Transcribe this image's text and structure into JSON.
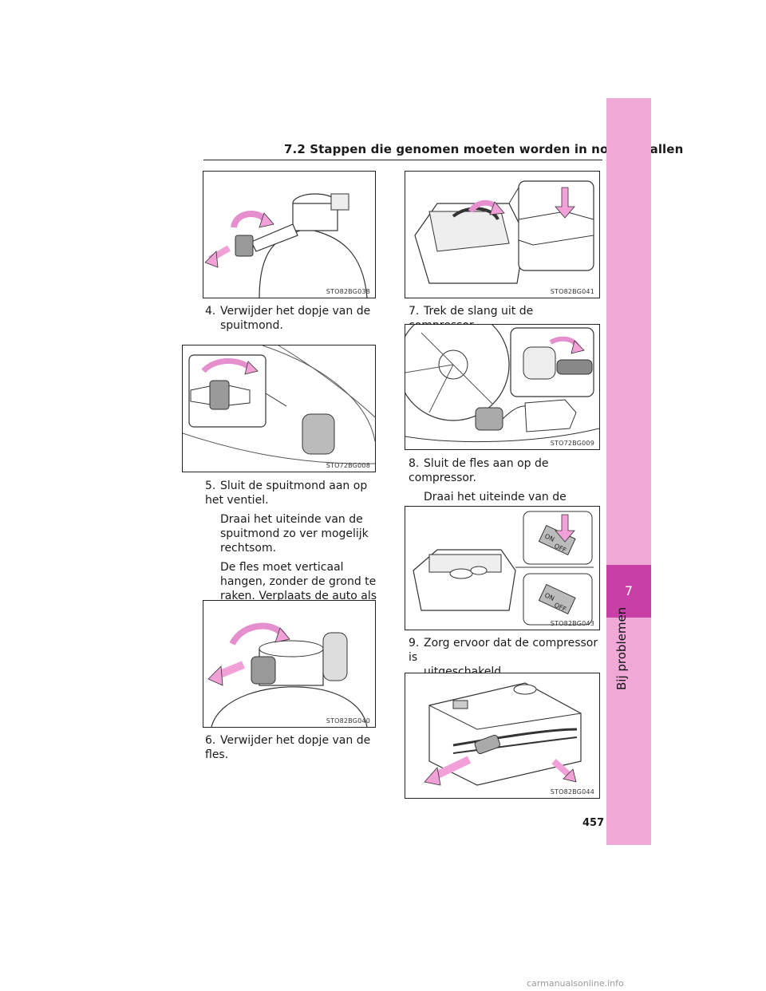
{
  "header": {
    "section_title": "7.2 Stappen die genomen moeten worden in noodgevallen"
  },
  "side_tab": {
    "chapter_number": "7",
    "chapter_label": "Bij problemen"
  },
  "figures": [
    {
      "code": "STO82BG038"
    },
    {
      "code": "STO72BG008"
    },
    {
      "code": "STO82BG040"
    },
    {
      "code": "STO82BG041"
    },
    {
      "code": "STO72BG009"
    },
    {
      "code": "STO82BG043",
      "switch_on": "ON",
      "switch_off": "OFF"
    },
    {
      "code": "STO82BG044"
    }
  ],
  "steps": [
    {
      "number": "4.",
      "line1": "Verwijder het dopje van de",
      "line2": "spuitmond."
    },
    {
      "number": "5.",
      "line1": "Sluit de spuitmond aan op het ventiel.",
      "para1": "Draai het uiteinde van de spuitmond zo ver mogelijk rechtsom.",
      "para2": "De fles moet verticaal hangen, zonder de grond te raken. Verplaats de auto als de fles niet verticaal hangt, tot het ventiel zich op de juiste plaats bevindt."
    },
    {
      "number": "6.",
      "line1": "Verwijder het dopje van de fles."
    },
    {
      "number": "7.",
      "line1": "Trek de slang uit de compressor."
    },
    {
      "number": "8.",
      "line1": "Sluit de fles aan op de compressor.",
      "para1": "Draai het uiteinde van de spuitmond zo ver mogelijk rechtsom."
    },
    {
      "number": "9.",
      "line1": "Zorg ervoor dat de compressor is",
      "line2": "uitgeschakeld."
    }
  ],
  "page_number": "457",
  "watermark": "carmanualsonline.info",
  "colors": {
    "accent_pink": "#f0a9d7",
    "accent_magenta": "#c83fa5",
    "arrow_pink": "#f2a0d8"
  }
}
